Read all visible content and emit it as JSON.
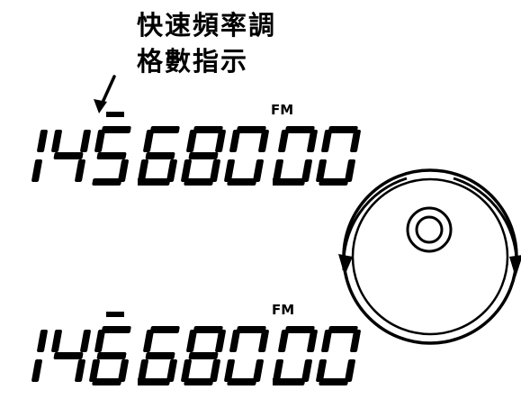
{
  "caption": {
    "line1": "快速頻率調",
    "line2": "格數指示"
  },
  "displays": [
    {
      "mode": "FM",
      "frequency": "145.680.00"
    },
    {
      "mode": "FM",
      "frequency": "146.680.00"
    }
  ],
  "icons": {
    "pointer": "arrow-down-icon",
    "knob": "tuning-dial-icon",
    "rotation": "rotation-arrows-icon"
  }
}
